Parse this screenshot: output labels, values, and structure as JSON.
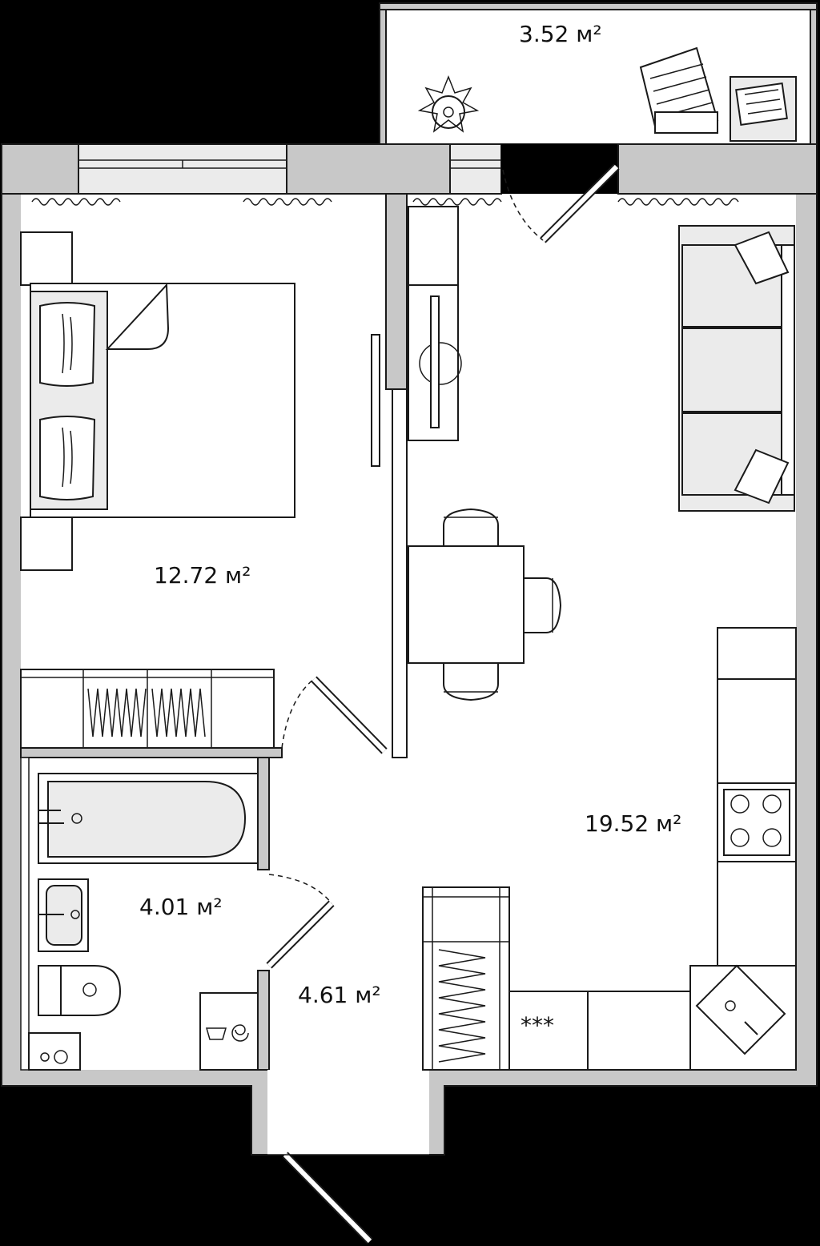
{
  "rooms": {
    "balcony": {
      "area": "3.52 м²"
    },
    "bedroom": {
      "area": "12.72 м²"
    },
    "living": {
      "area": "19.52 м²"
    },
    "bathroom": {
      "area": "4.01 м²"
    },
    "hallway": {
      "area": "4.61 м²"
    }
  },
  "colors": {
    "background": "#000000",
    "wall": "#c8c8c8",
    "floor": "#ffffff",
    "line": "#1a1a1a"
  },
  "icons": [
    "plant-icon",
    "deck-chair-icon",
    "newspaper-icon",
    "bed-icon",
    "pillow-icon",
    "sofa-icon",
    "tv-icon",
    "dining-table-icon",
    "chair-icon",
    "wardrobe-icon",
    "bathtub-icon",
    "sink-icon",
    "toilet-icon",
    "washing-machine-icon",
    "hob-icon",
    "kitchen-sink-icon",
    "oven-icon",
    "front-door-icon"
  ]
}
